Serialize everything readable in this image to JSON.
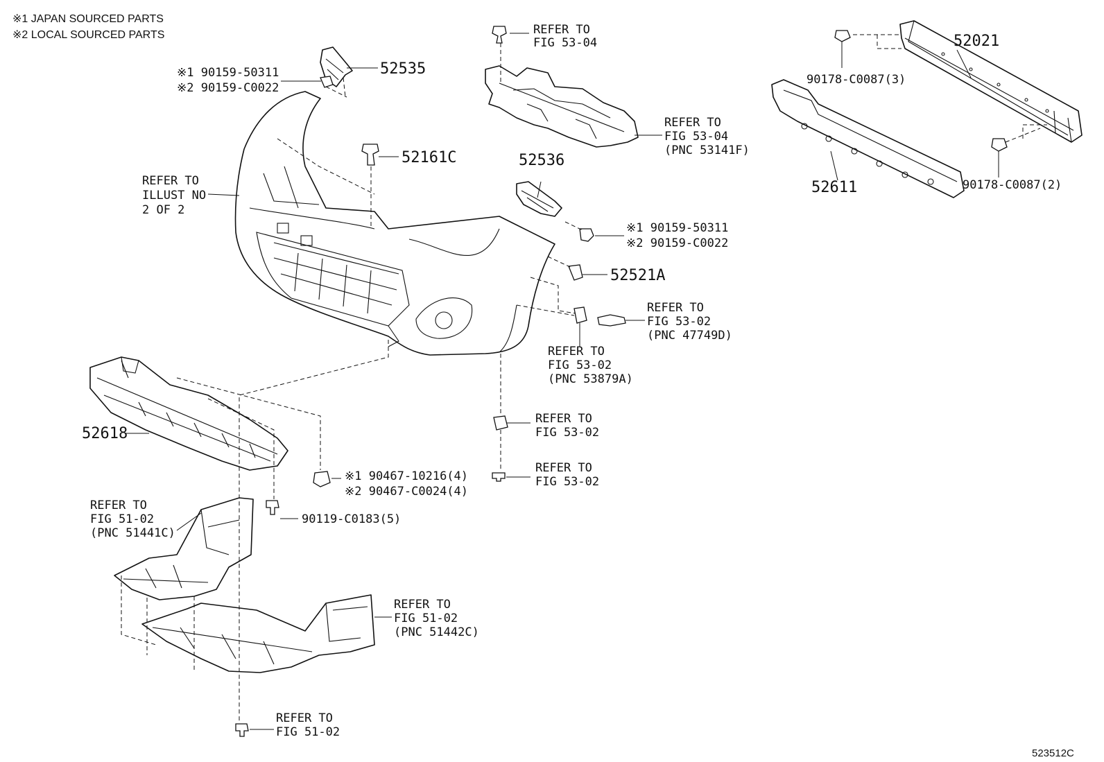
{
  "notes": {
    "japan": "※1 JAPAN SOURCED PARTS",
    "local": "※2 LOCAL SOURCED PARTS"
  },
  "diagram_code": "523512C",
  "parts": {
    "p52535": "52535",
    "p52161C": "52161C",
    "p52536": "52536",
    "p52521A": "52521A",
    "p52021": "52021",
    "p52611": "52611",
    "p52618": "52618"
  },
  "fasteners": {
    "f_left_1": "※1 90159-50311",
    "f_left_2": "※2 90159-C0022",
    "f_right_1": "※1 90159-50311",
    "f_right_2": "※2 90159-C0022",
    "f_nut_top": "90178-C0087(3)",
    "f_nut_bottom": "90178-C0087(2)",
    "f_clip_1": "※1 90467-10216(4)",
    "f_clip_2": "※2 90467-C0024(4)",
    "f_bolt": "90119-C0183(5)"
  },
  "refs": {
    "r1": [
      "REFER TO",
      "FIG 53-04"
    ],
    "r2": [
      "REFER TO",
      "FIG 53-04",
      "(PNC 53141F)"
    ],
    "r3": [
      "REFER TO",
      "ILLUST NO",
      "2 OF 2"
    ],
    "r4": [
      "REFER TO",
      "FIG 53-02",
      "(PNC 47749D)"
    ],
    "r5": [
      "REFER TO",
      "FIG 53-02",
      "(PNC 53879A)"
    ],
    "r6": [
      "REFER TO",
      "FIG 53-02"
    ],
    "r7": [
      "REFER TO",
      "FIG 53-02"
    ],
    "r8": [
      "REFER TO",
      "FIG 51-02",
      "(PNC 51441C)"
    ],
    "r9": [
      "REFER TO",
      "FIG 51-02",
      "(PNC 51442C)"
    ],
    "r10": [
      "REFER TO",
      "FIG 51-02"
    ]
  }
}
